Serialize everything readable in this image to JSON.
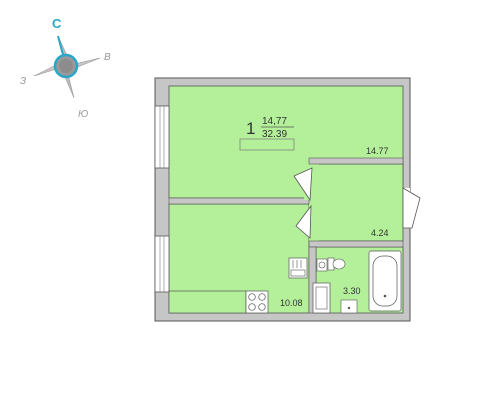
{
  "compass": {
    "north": "С",
    "east": "В",
    "west": "З",
    "south": "Ю"
  },
  "apartment": {
    "rooms_count": "1",
    "living_area": "14,77",
    "total_area": "32.39"
  },
  "rooms": [
    {
      "name": "room",
      "area": "14.77"
    },
    {
      "name": "hallway",
      "area": "4.24"
    },
    {
      "name": "kitchen",
      "area": "10.08"
    },
    {
      "name": "bathroom",
      "area": "3.30"
    }
  ],
  "colors": {
    "floor": "#b4f09a",
    "wall": "#c6c6c6",
    "outline": "#555555",
    "compass_accent": "#2aa6c9"
  }
}
